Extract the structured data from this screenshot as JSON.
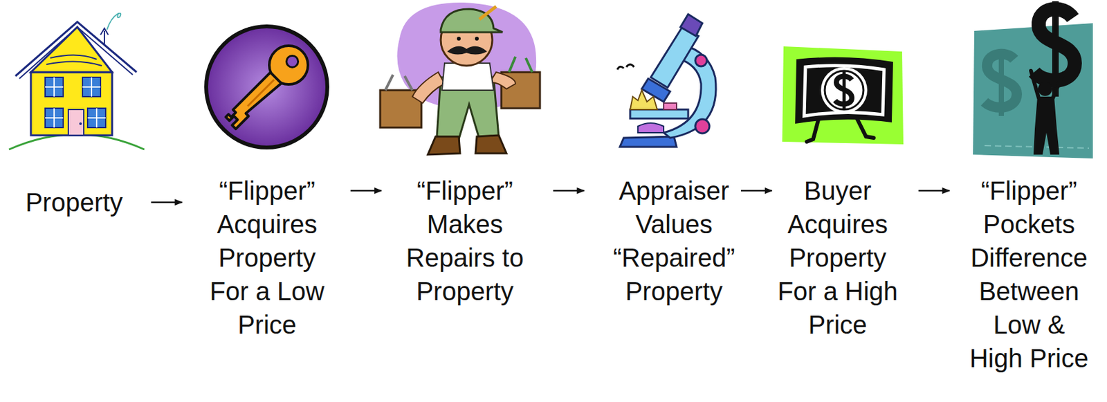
{
  "diagram": {
    "nodes": [
      {
        "text": [
          "Property"
        ]
      },
      {
        "text": [
          "“Flipper” Acquires Property For a Low Price"
        ]
      },
      {
        "text": [
          "“Flipper” Makes Repairs to Property"
        ]
      },
      {
        "text": [
          "Appraiser Values “Repaired” Property"
        ]
      },
      {
        "text": [
          "Buyer Acquires Property For a High Price"
        ]
      },
      {
        "text": [
          "“Flipper” Pockets Difference Between Low & High Price"
        ]
      }
    ],
    "edges": [
      {
        "from": 0,
        "to": 1,
        "arrow": "to"
      },
      {
        "from": 1,
        "to": 2,
        "arrow": "to"
      },
      {
        "from": 2,
        "to": 3,
        "arrow": "to"
      },
      {
        "from": 3,
        "to": 4,
        "arrow": "to"
      },
      {
        "from": 4,
        "to": 5,
        "arrow": "to"
      }
    ]
  }
}
